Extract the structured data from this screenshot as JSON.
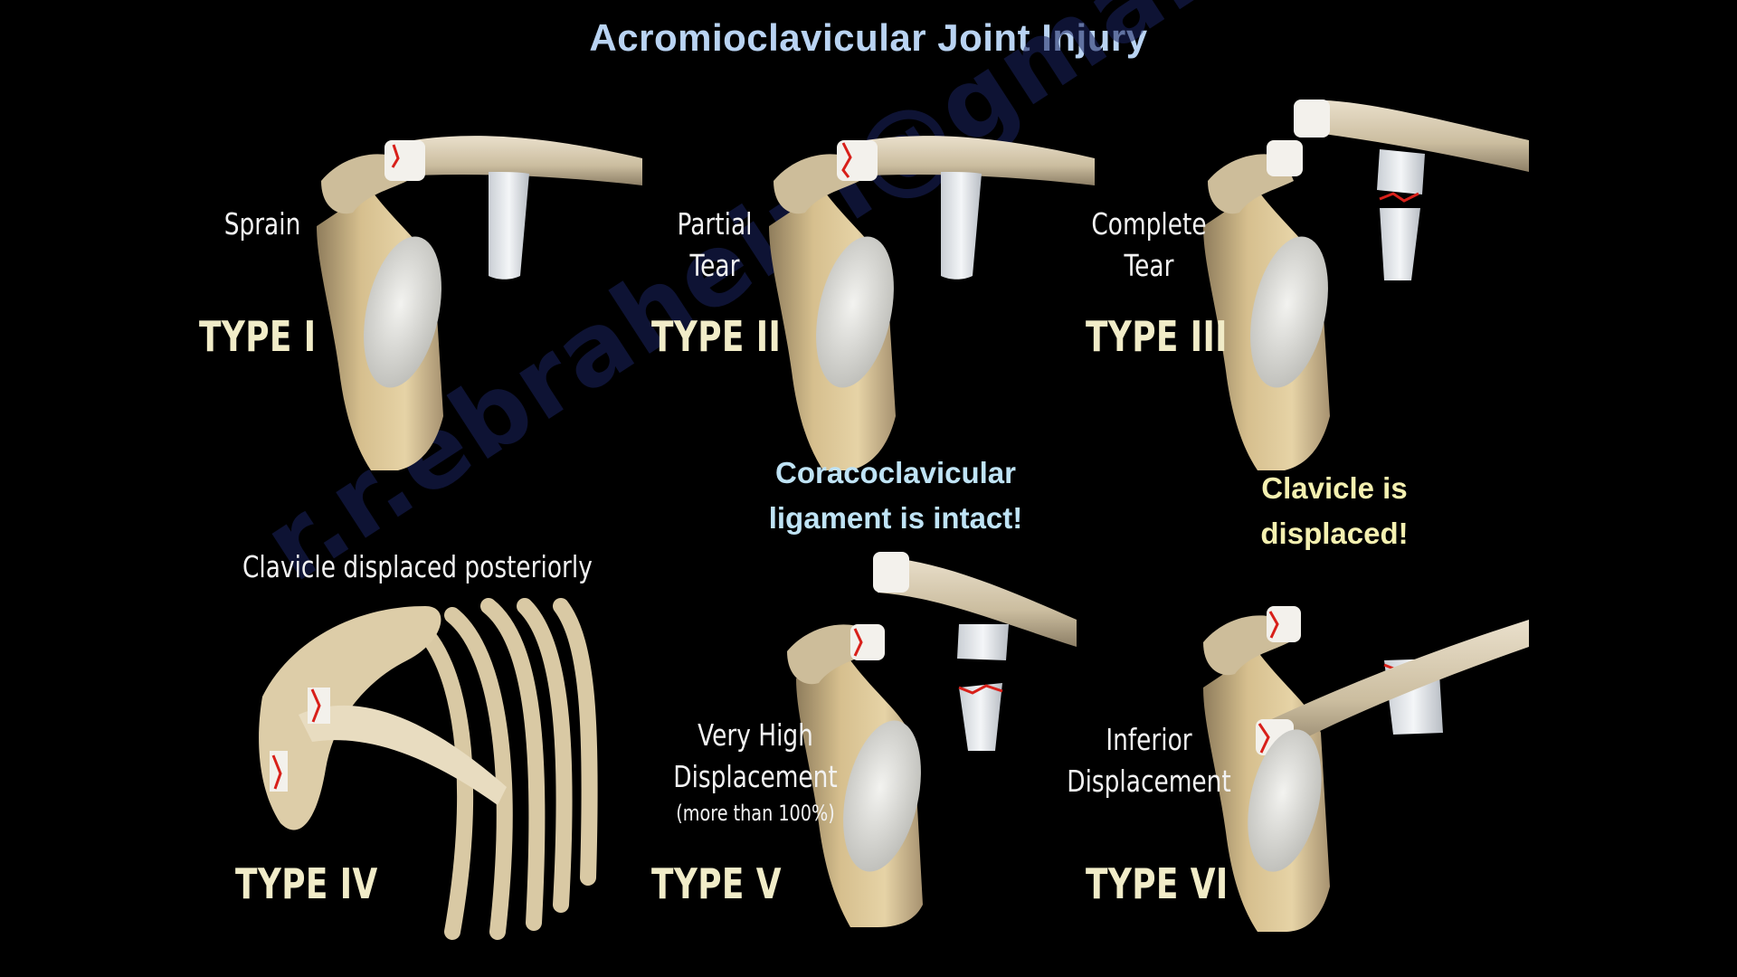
{
  "title": "Acromioclavicular Joint Injury",
  "watermark": "r.r.ebraheim@gmail.com",
  "panels": [
    {
      "type": "TYPE I",
      "desc": [
        "Sprain"
      ]
    },
    {
      "type": "TYPE II",
      "desc": [
        "Partial",
        "Tear"
      ]
    },
    {
      "type": "TYPE III",
      "desc": [
        "Complete",
        "Tear"
      ]
    },
    {
      "type": "TYPE IV",
      "desc": [
        "Clavicle displaced posteriorly"
      ]
    },
    {
      "type": "TYPE V",
      "desc": [
        "Very High",
        "Displacement"
      ],
      "subdesc": "(more than 100%)"
    },
    {
      "type": "TYPE VI",
      "desc": [
        "Inferior",
        "Displacement"
      ]
    }
  ],
  "notes": {
    "coracoclavicular": [
      "Coracoclavicular",
      "ligament is intact!"
    ],
    "clavicle": [
      "Clavicle is",
      "displaced!"
    ]
  },
  "colors": {
    "background": "#000000",
    "title": "#b9d3f2",
    "type_label": "#f1ecc8",
    "note_blue": "#bfe3f5",
    "note_yellow": "#f4f0b0",
    "bone": "#d9c49a",
    "cartilage": "#e7e7e4",
    "ligament": "#eef0f2",
    "tear": "#d8201a"
  }
}
